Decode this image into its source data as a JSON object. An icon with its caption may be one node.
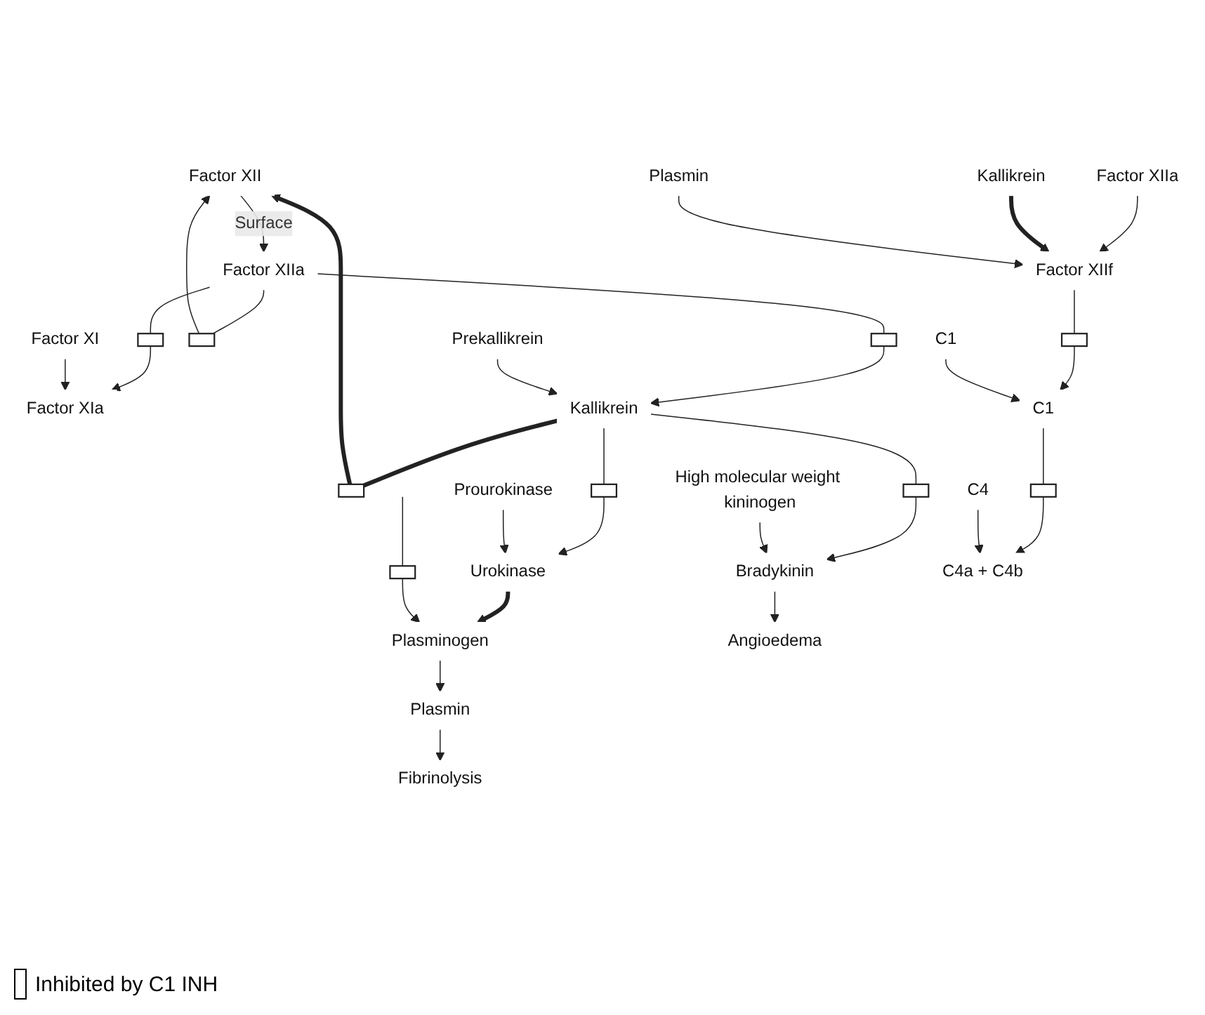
{
  "diagram": {
    "nodes": [
      {
        "text": [
          "Factor XII"
        ]
      },
      {
        "text": [
          "Factor XIIa"
        ]
      },
      {
        "text": [],
        "shape": "box"
      },
      {
        "text": [
          "Factor XI"
        ]
      },
      {
        "text": [
          "Factor XIa"
        ]
      },
      {
        "text": [],
        "shape": "box"
      },
      {
        "text": [],
        "shape": "box"
      },
      {
        "text": [],
        "shape": "box"
      },
      {
        "text": [
          "Prourokinase"
        ]
      },
      {
        "text": [
          "Prekallikrein"
        ]
      },
      {
        "text": [
          "Kallikrein"
        ]
      },
      {
        "text": [],
        "shape": "box"
      },
      {
        "text": [
          "Plasminogen"
        ]
      },
      {
        "text": [
          "Urokinase"
        ]
      },
      {
        "text": [],
        "shape": "box"
      },
      {
        "text": [],
        "shape": "box"
      },
      {
        "text": [
          "Plasmin"
        ]
      },
      {
        "text": [
          "High molecular weight kininogen"
        ]
      },
      {
        "text": [
          "Bradykinin"
        ]
      },
      {
        "text": [
          "Fibrinolysis"
        ]
      },
      {
        "text": [
          "Angioedema"
        ]
      },
      {
        "text": [
          "Factor XIIa"
        ]
      },
      {
        "text": [
          "Kallikrein"
        ]
      },
      {
        "text": [
          "Plasmin"
        ]
      },
      {
        "text": [
          "Factor XIIf"
        ]
      },
      {
        "text": [],
        "shape": "box"
      },
      {
        "text": [
          "C1"
        ]
      },
      {
        "text": [
          "C1"
        ]
      },
      {
        "text": [
          "C4"
        ]
      },
      {
        "text": [],
        "shape": "box"
      },
      {
        "text": [
          "C4a + C4b"
        ]
      }
    ],
    "edges": [
      {
        "from": 0,
        "to": 1,
        "arrow": "to",
        "label": "Surface"
      },
      {
        "from": 1,
        "to": 2,
        "arrow": "none"
      },
      {
        "from": 2,
        "to": 4,
        "arrow": "to"
      },
      {
        "from": 3,
        "to": 4,
        "arrow": "to"
      },
      {
        "from": 1,
        "to": 5,
        "arrow": "none"
      },
      {
        "from": 5,
        "to": 0,
        "arrow": "to"
      },
      {
        "from": 1,
        "to": 6,
        "arrow": "none"
      },
      {
        "from": 6,
        "to": 10,
        "arrow": "to"
      },
      {
        "from": 10,
        "to": 7,
        "arrow": "none",
        "style": "thick"
      },
      {
        "from": 7,
        "to": 0,
        "arrow": "to",
        "style": "thick"
      },
      {
        "from": 9,
        "to": 10,
        "arrow": "to"
      },
      {
        "from": 10,
        "to": 11,
        "arrow": "none"
      },
      {
        "from": 11,
        "to": 13,
        "arrow": "to"
      },
      {
        "from": 8,
        "to": 13,
        "arrow": "to"
      },
      {
        "from": 13,
        "to": 12,
        "arrow": "to",
        "style": "thick"
      },
      {
        "from": 10,
        "to": 14,
        "arrow": "none"
      },
      {
        "from": 14,
        "to": 18,
        "arrow": "to"
      },
      {
        "from": null,
        "to": 15,
        "arrow": "none"
      },
      {
        "from": 15,
        "to": 12,
        "arrow": "to"
      },
      {
        "from": 12,
        "to": 16,
        "arrow": "to"
      },
      {
        "from": 16,
        "to": 19,
        "arrow": "to"
      },
      {
        "from": 17,
        "to": 18,
        "arrow": "to"
      },
      {
        "from": 18,
        "to": 20,
        "arrow": "to"
      },
      {
        "from": 21,
        "to": 24,
        "arrow": "to"
      },
      {
        "from": 22,
        "to": 24,
        "arrow": "to",
        "style": "thick"
      },
      {
        "from": 23,
        "to": 24,
        "arrow": "to"
      },
      {
        "from": 24,
        "to": 25,
        "arrow": "none"
      },
      {
        "from": 25,
        "to": 27,
        "arrow": "to"
      },
      {
        "from": 26,
        "to": 27,
        "arrow": "to"
      },
      {
        "from": 27,
        "to": 29,
        "arrow": "none"
      },
      {
        "from": 29,
        "to": 30,
        "arrow": "to"
      },
      {
        "from": 28,
        "to": 30,
        "arrow": "to"
      }
    ],
    "legend": [
      {
        "text": "Inhibited by C1 INH"
      }
    ]
  }
}
